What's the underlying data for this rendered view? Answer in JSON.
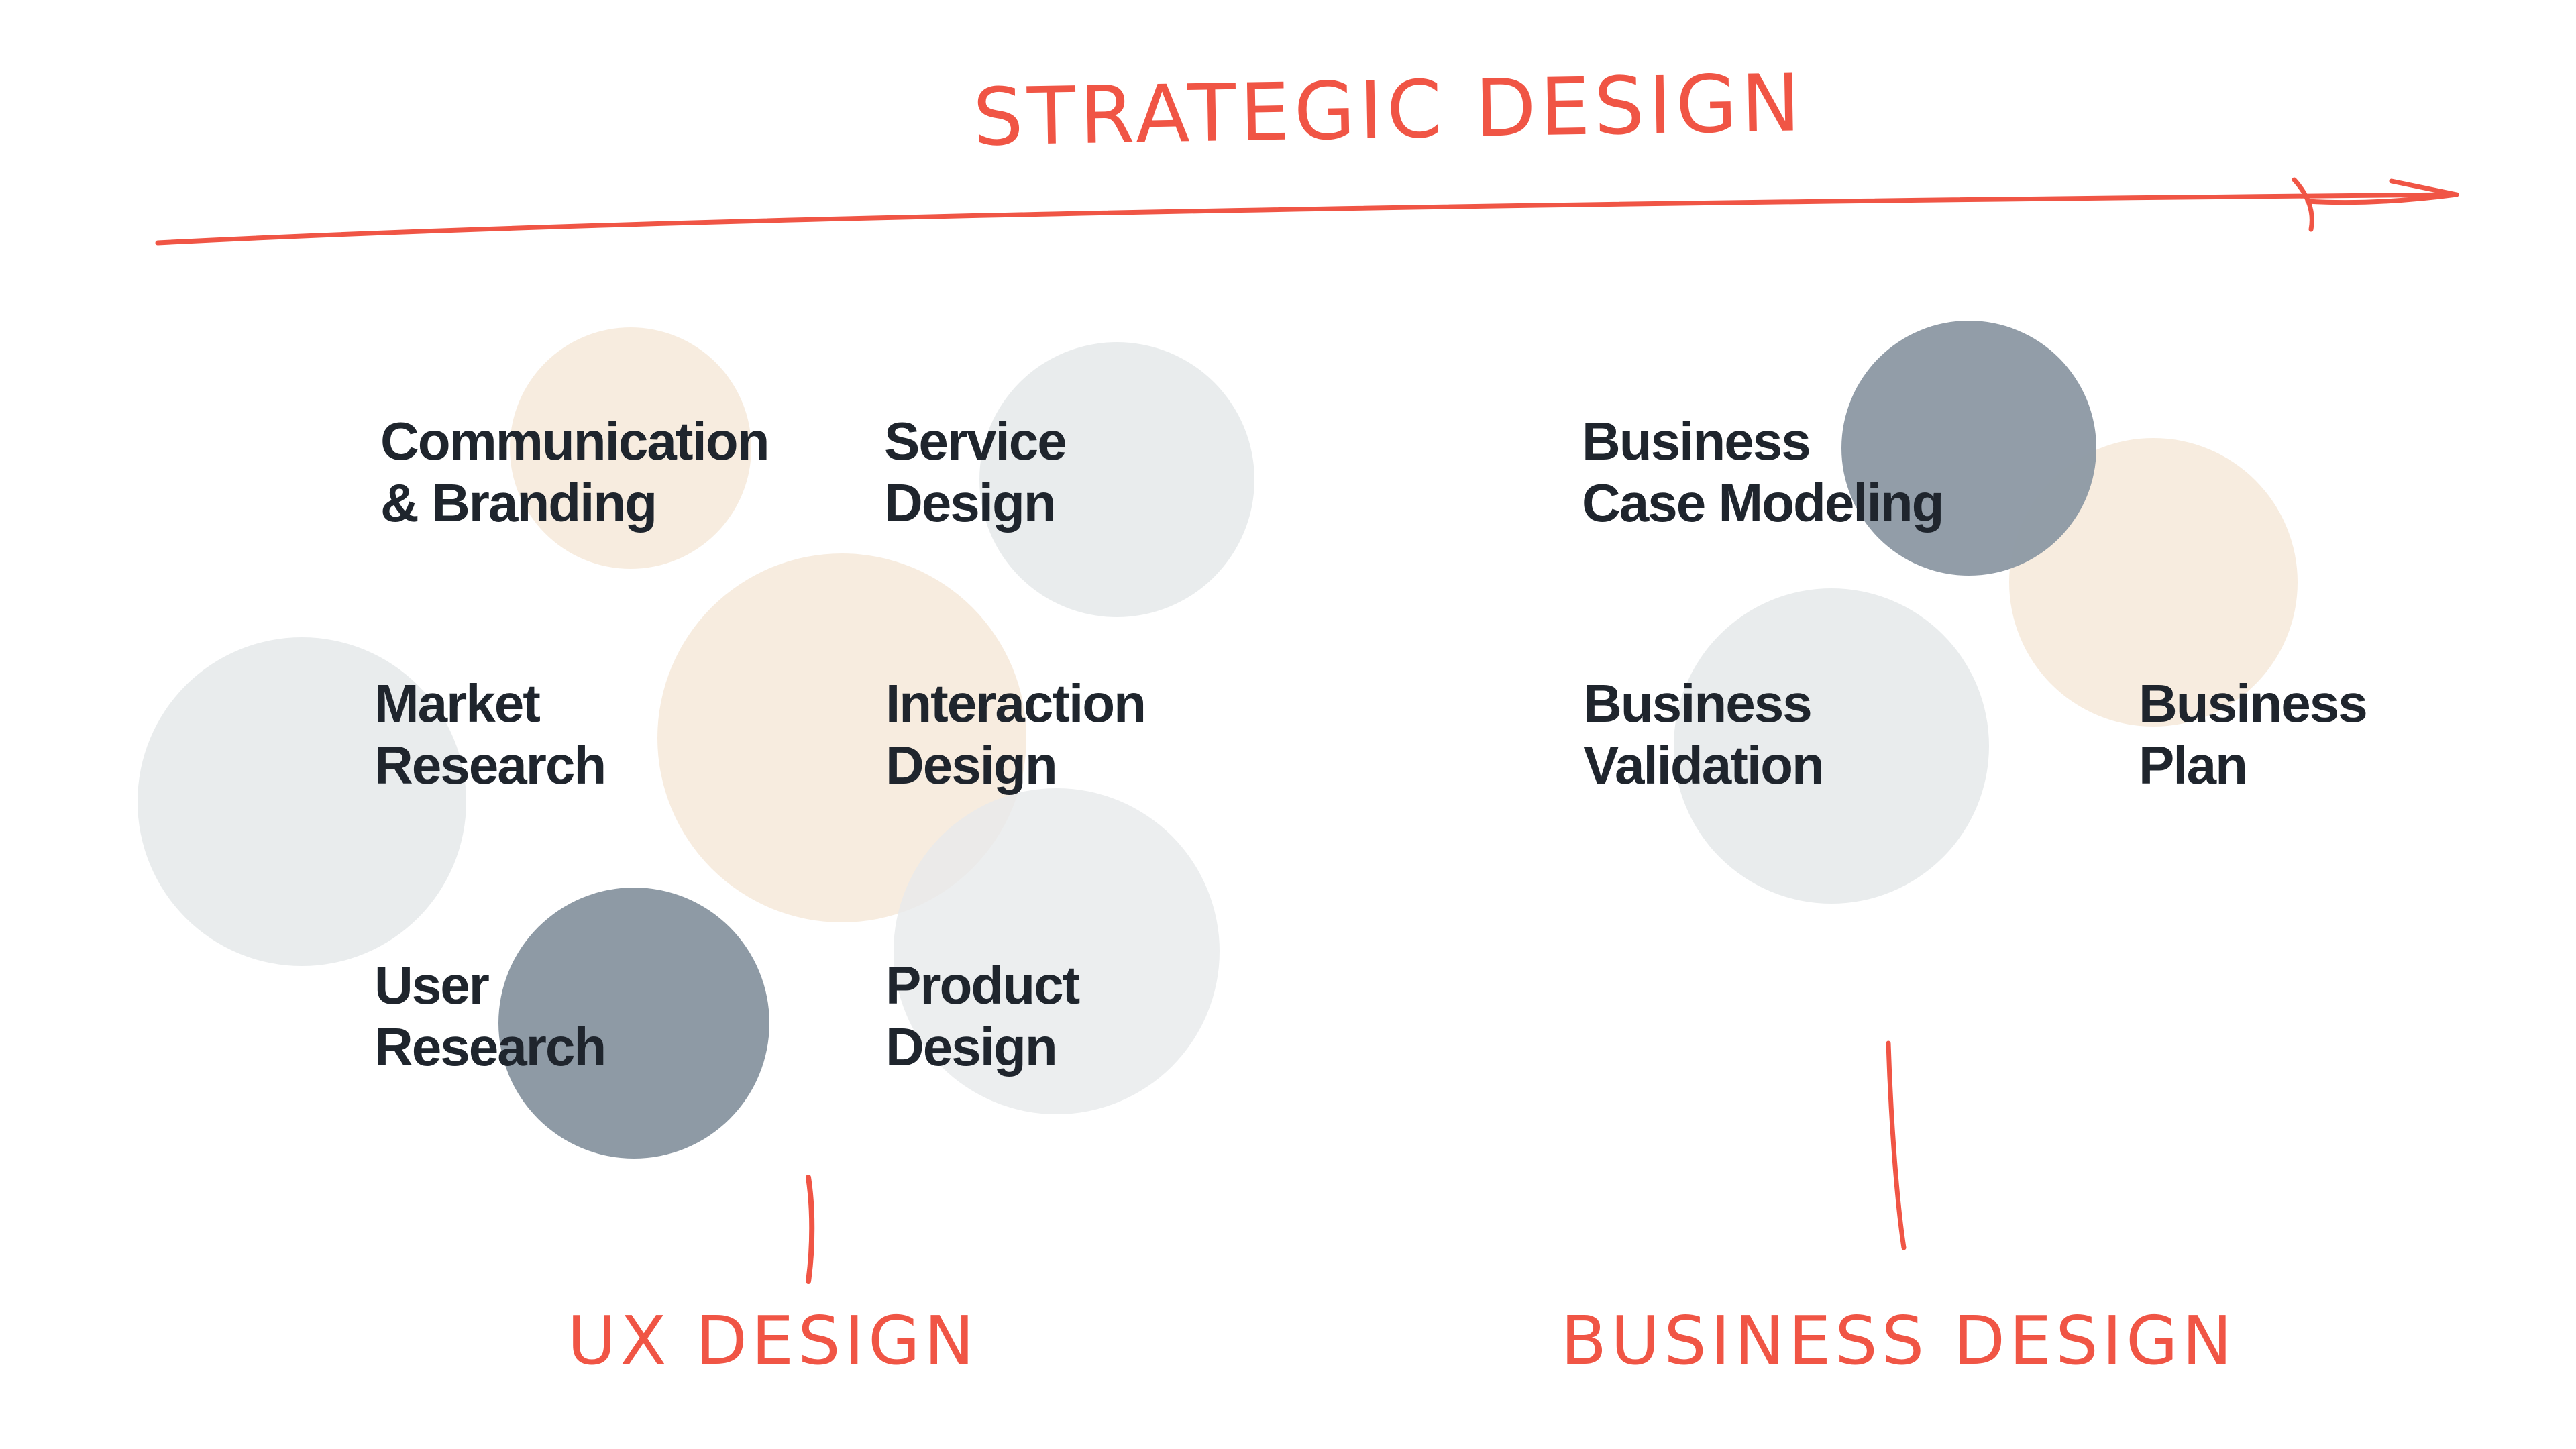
{
  "colors": {
    "accent": "#f05545",
    "text": "#1f252d",
    "peach": "#f6eadb",
    "light_gray": "#e7eaeb",
    "slate": "#8e9aa5"
  },
  "titles": {
    "top": "STRATEGIC DESIGN",
    "left": "UX DESIGN",
    "right": "BUSINESS DESIGN"
  },
  "nodes": [
    {
      "id": "communication-branding",
      "lines": [
        "Communication",
        "& Branding"
      ],
      "circle": "peach"
    },
    {
      "id": "service-design",
      "lines": [
        "Service",
        "Design"
      ],
      "circle": "light_gray"
    },
    {
      "id": "market-research",
      "lines": [
        "Market",
        "Research"
      ],
      "circle": "light_gray"
    },
    {
      "id": "interaction-design",
      "lines": [
        "Interaction",
        "Design"
      ],
      "circle": "peach"
    },
    {
      "id": "user-research",
      "lines": [
        "User",
        "Research"
      ],
      "circle": "slate"
    },
    {
      "id": "product-design",
      "lines": [
        "Product",
        "Design"
      ],
      "circle": "light_gray"
    },
    {
      "id": "business-case-modeling",
      "lines": [
        "Business",
        "Case Modeling"
      ],
      "circle": "slate"
    },
    {
      "id": "business-validation",
      "lines": [
        "Business",
        "Validation"
      ],
      "circle": "light_gray"
    },
    {
      "id": "business-plan",
      "lines": [
        "Business",
        "Plan"
      ],
      "circle": "peach"
    }
  ]
}
